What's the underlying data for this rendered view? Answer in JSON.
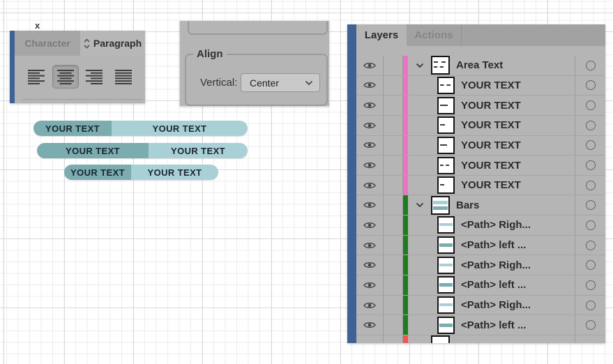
{
  "misc": {
    "cropped_glyph": "x"
  },
  "character_paragraph_panel": {
    "tabs": [
      {
        "label": "Character",
        "active": false
      },
      {
        "label": "Paragraph",
        "active": true
      }
    ],
    "align_buttons": [
      {
        "icon": "align-left-icon",
        "selected": false
      },
      {
        "icon": "align-center-icon",
        "selected": true
      },
      {
        "icon": "align-right-icon",
        "selected": false
      },
      {
        "icon": "justify-icon",
        "selected": false
      }
    ]
  },
  "align_panel": {
    "group_label": "Align",
    "vertical_label": "Vertical:",
    "vertical_value": "Center"
  },
  "bars": {
    "dark_color": "#7aacb0",
    "light_color": "#a9d0d6",
    "items": [
      {
        "left_label": "YOUR TEXT",
        "right_label": "YOUR TEXT"
      },
      {
        "left_label": "YOUR TEXT",
        "right_label": "YOUR TEXT"
      },
      {
        "left_label": "YOUR TEXT",
        "right_label": "YOUR TEXT"
      }
    ]
  },
  "layers_panel": {
    "tabs": [
      {
        "label": "Layers",
        "active": true
      },
      {
        "label": "Actions",
        "active": false
      }
    ],
    "stripe_colors": {
      "pink": "#ee72c4",
      "green": "#1e7b1e",
      "red": "#f4544c"
    },
    "rows": [
      {
        "label": "Area Text",
        "level": "parent",
        "stripe": "pink",
        "thumb": "text-parent",
        "expanded": true,
        "eye": true
      },
      {
        "label": "YOUR TEXT",
        "level": "child",
        "stripe": "pink",
        "thumb": "text-line",
        "eye": true
      },
      {
        "label": "YOUR TEXT",
        "level": "child",
        "stripe": "pink",
        "thumb": "text-line",
        "eye": true
      },
      {
        "label": "YOUR TEXT",
        "level": "child",
        "stripe": "pink",
        "thumb": "text-line",
        "eye": true
      },
      {
        "label": "YOUR TEXT",
        "level": "child",
        "stripe": "pink",
        "thumb": "text-line",
        "eye": true
      },
      {
        "label": "YOUR TEXT",
        "level": "child",
        "stripe": "pink",
        "thumb": "text-line",
        "eye": true
      },
      {
        "label": "YOUR TEXT",
        "level": "child",
        "stripe": "pink",
        "thumb": "text-line",
        "eye": true
      },
      {
        "label": "Bars",
        "level": "parent",
        "stripe": "green",
        "thumb": "bars-parent",
        "expanded": true,
        "eye": true
      },
      {
        "label": "<Path> Righ...",
        "level": "child",
        "stripe": "green",
        "thumb": "bar-light",
        "eye": true
      },
      {
        "label": "<Path> left ...",
        "level": "child",
        "stripe": "green",
        "thumb": "bar-dark",
        "eye": true
      },
      {
        "label": "<Path> Righ...",
        "level": "child",
        "stripe": "green",
        "thumb": "bar-light",
        "eye": true
      },
      {
        "label": "<Path> left ...",
        "level": "child",
        "stripe": "green",
        "thumb": "bar-dark",
        "eye": true
      },
      {
        "label": "<Path> Righ...",
        "level": "child",
        "stripe": "green",
        "thumb": "bar-light",
        "eye": true
      },
      {
        "label": "<Path> left ...",
        "level": "child",
        "stripe": "green",
        "thumb": "bar-dark",
        "eye": true
      },
      {
        "label": "",
        "level": "parent",
        "stripe": "red",
        "thumb": "empty",
        "eye": false,
        "partial": true
      }
    ]
  }
}
